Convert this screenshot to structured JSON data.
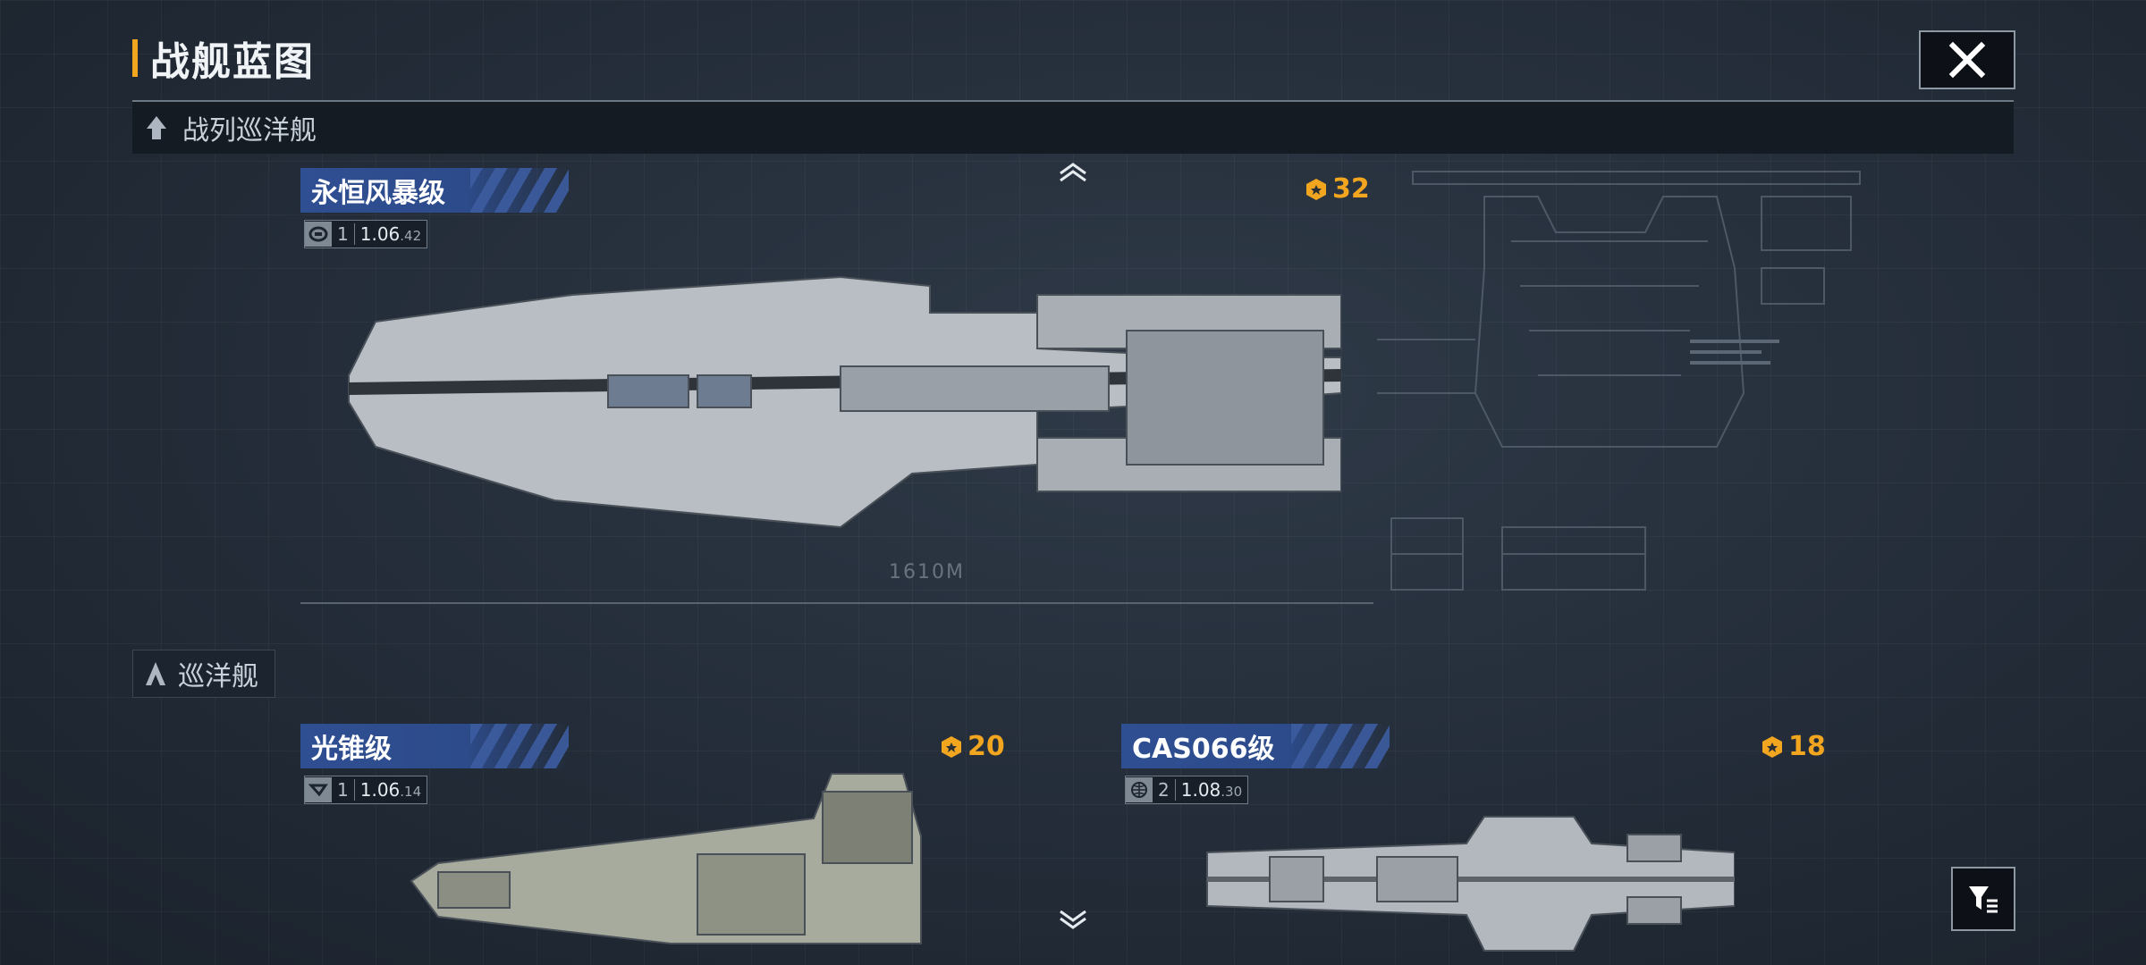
{
  "page": {
    "title": "战舰蓝图"
  },
  "sections": [
    {
      "label": "战列巡洋舰"
    },
    {
      "label": "巡洋舰"
    }
  ],
  "ships": [
    {
      "name": "永恒风暴级",
      "tier": "1",
      "version": "1.06",
      "version_sub": ".42",
      "cost": "32",
      "stat_icon": "faction-emblem-icon"
    },
    {
      "name": "光锥级",
      "tier": "1",
      "version": "1.06",
      "version_sub": ".14",
      "cost": "20",
      "stat_icon": "faction-emblem-icon"
    },
    {
      "name": "CAS066级",
      "tier": "2",
      "version": "1.08",
      "version_sub": ".30",
      "cost": "18",
      "stat_icon": "globe-icon"
    }
  ],
  "scale": {
    "label": "1610M"
  },
  "colors": {
    "accent": "#f2a51f",
    "name_tab": "#2f4f93",
    "panel": "#151b23"
  }
}
